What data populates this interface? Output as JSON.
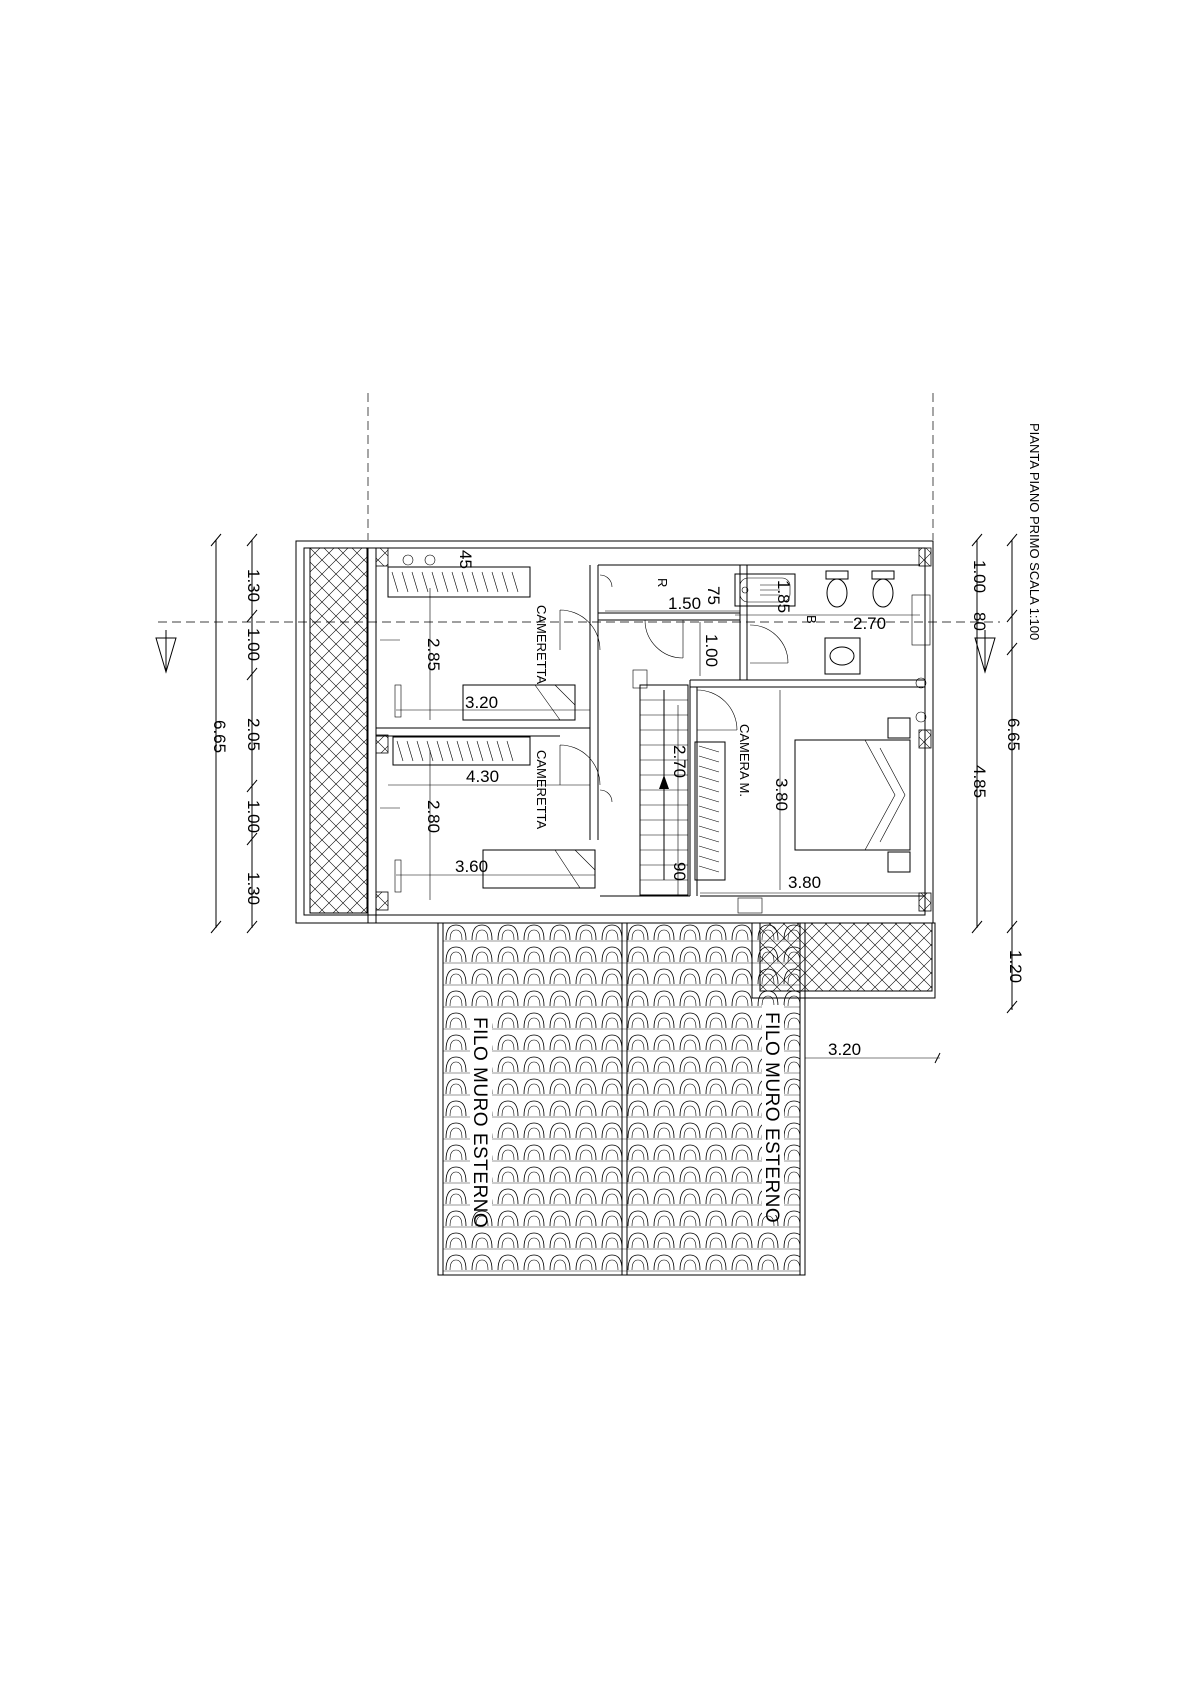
{
  "title": "PIANTA PIANO PRIMO SCALA 1:100",
  "rooms": {
    "cameretta_top": "CAMERETTA",
    "cameretta_bottom": "CAMERETTA",
    "camera_m": "CAMERA M."
  },
  "fixtures": {
    "r": "R",
    "b": "B"
  },
  "dims_left": {
    "a": "1.30",
    "b": "1.00",
    "c": "2.05",
    "d": "1.00",
    "e": "1.30",
    "total": "6.65"
  },
  "dims_right": {
    "a": "1.00",
    "b": "80",
    "c": "4.85",
    "d": "1.20",
    "total": "6.65"
  },
  "dims_inner": {
    "d45": "45",
    "d150": "1.50",
    "d75": "75",
    "d185": "1.85",
    "d270a": "2.70",
    "d100": "1.00",
    "d285": "2.85",
    "d320a": "3.20",
    "d430": "4.30",
    "d280": "2.80",
    "d360": "3.60",
    "d270b": "2.70",
    "d90": "90",
    "d380a": "3.80",
    "d380b": "3.80",
    "d320b": "3.20"
  },
  "terrace_labels": {
    "left": "FILO MURO ESTERNO",
    "right": "FILO MURO ESTERNO"
  }
}
